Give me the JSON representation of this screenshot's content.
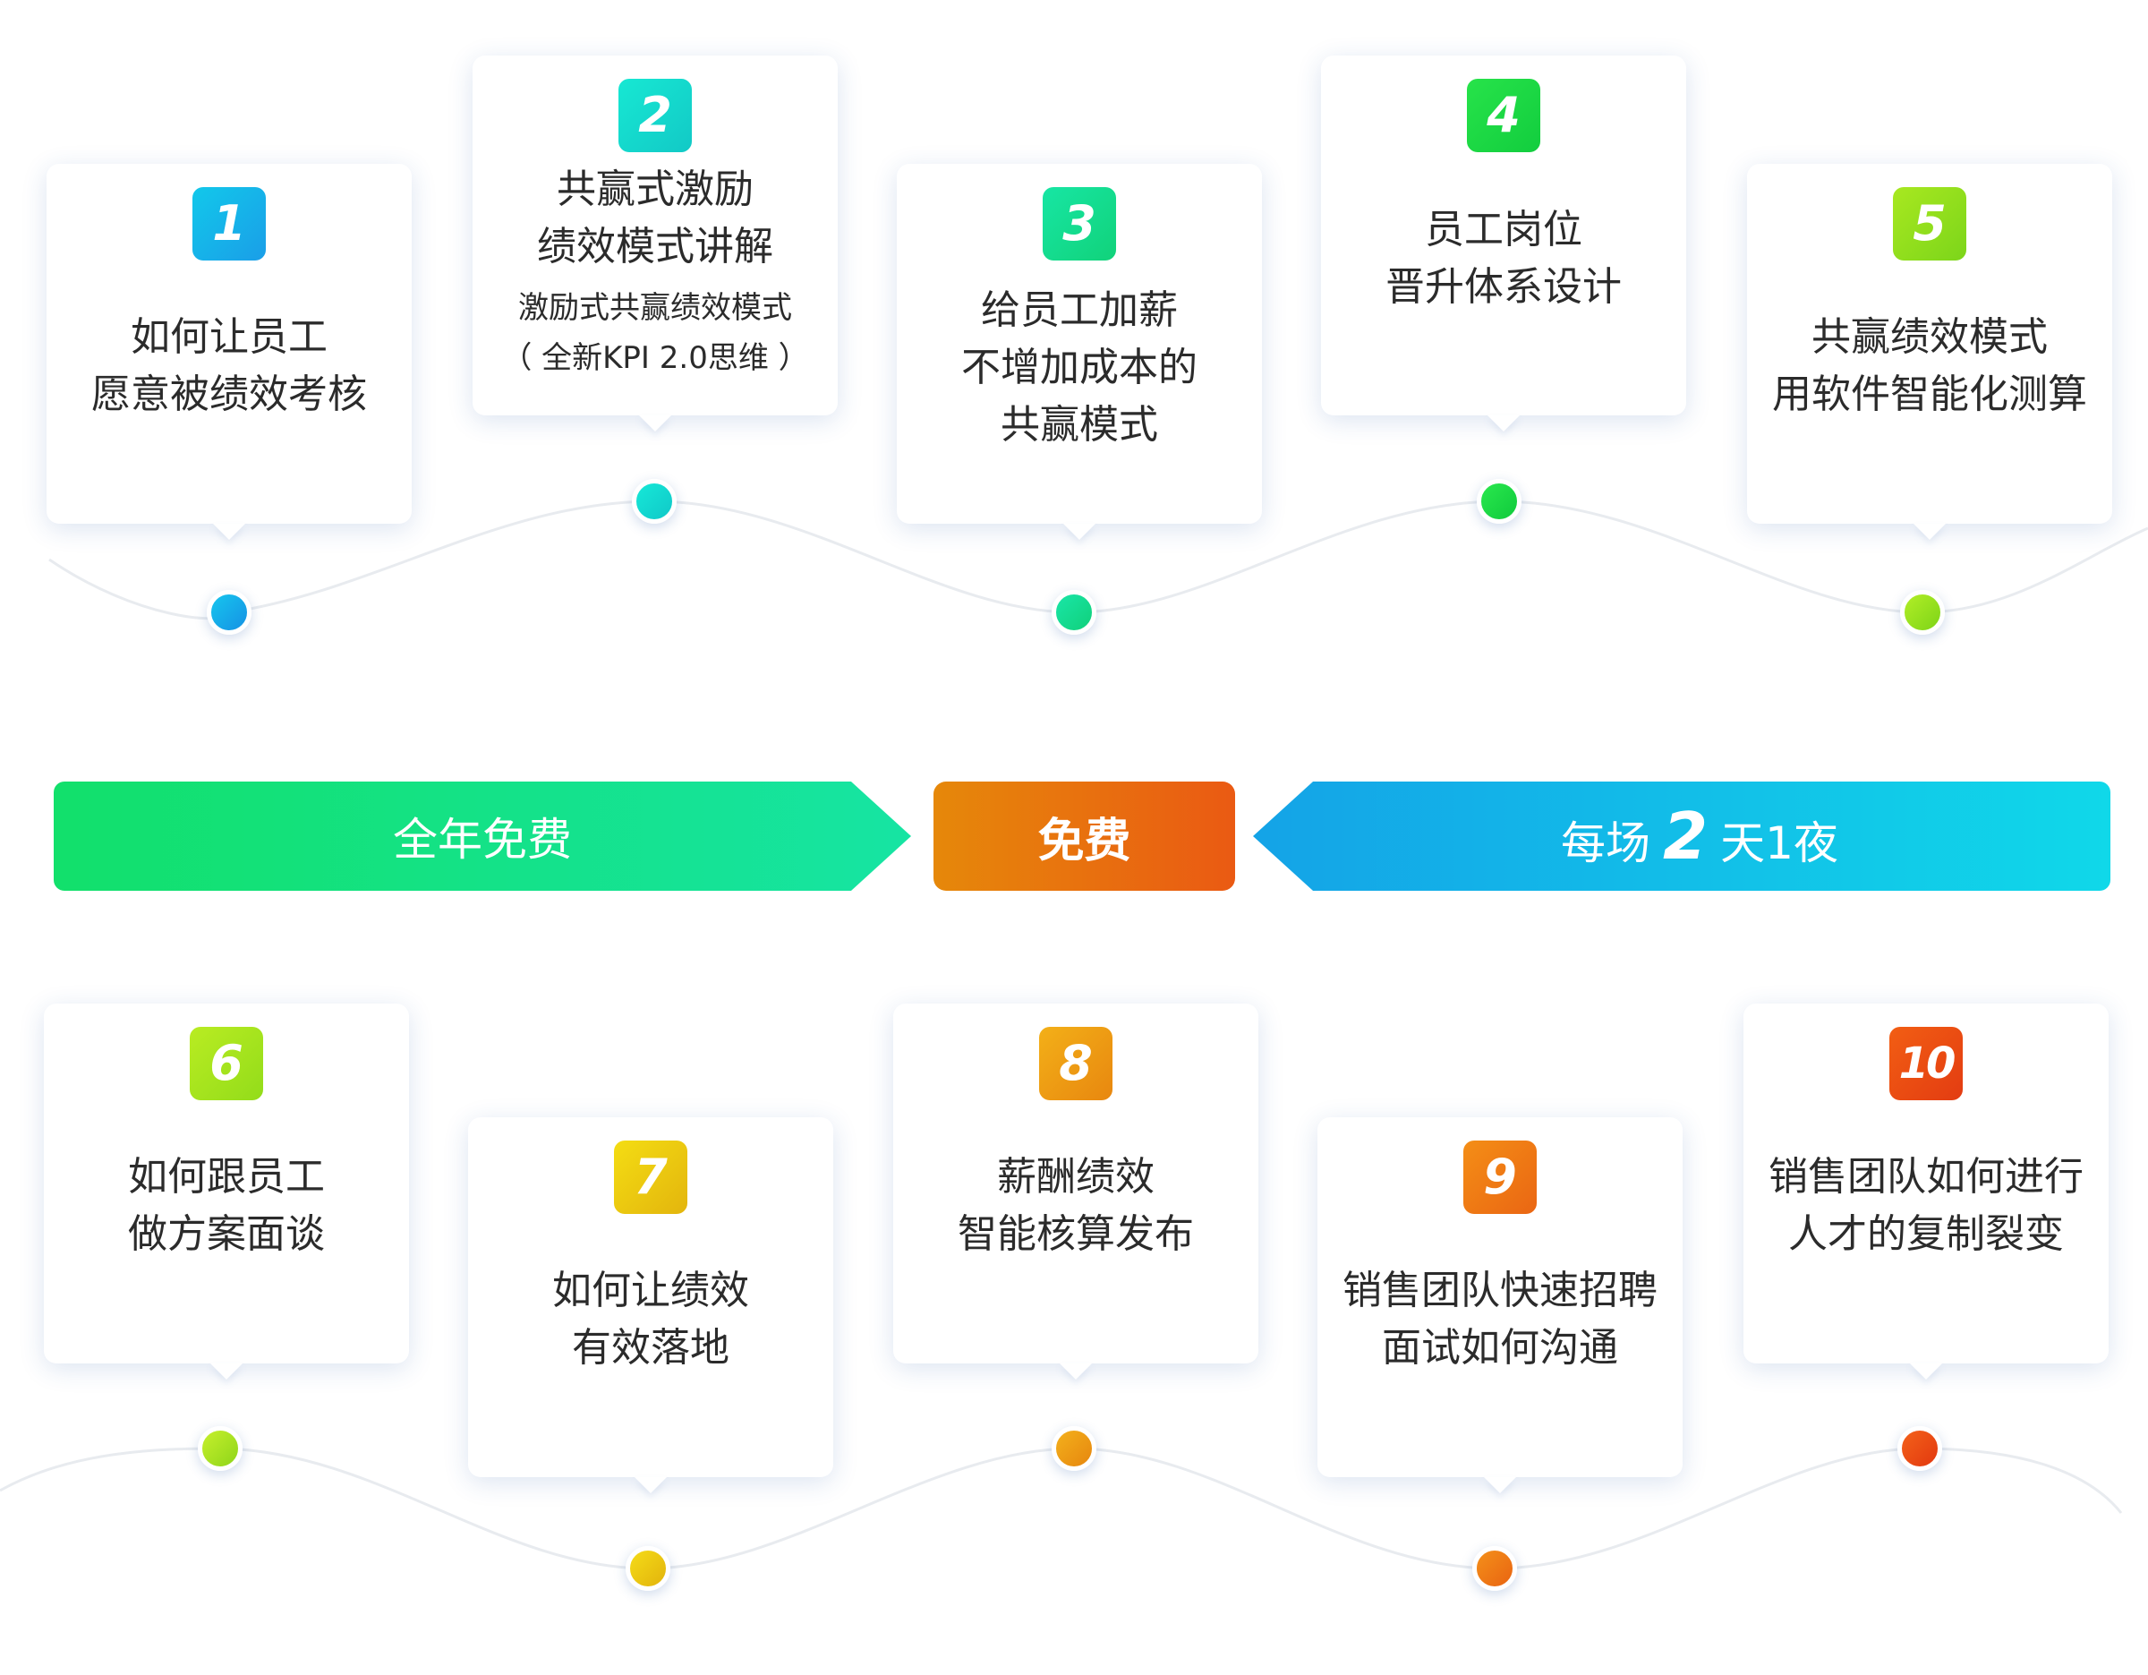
{
  "cards": [
    {
      "number": "1",
      "lines": [
        "如何让员工",
        "愿意被绩效考核"
      ],
      "sub": [],
      "grad": [
        "#12c8ea",
        "#1a9ee8"
      ],
      "dot": [
        "#17c6ee",
        "#1591e4"
      ]
    },
    {
      "number": "2",
      "lines": [
        "共赢式激励",
        "绩效模式讲解"
      ],
      "sub": [
        "激励式共赢绩效模式",
        "（ 全新KPI 2.0思维 ）"
      ],
      "grad": [
        "#17e8d3",
        "#12c9c6"
      ],
      "dot": [
        "#16e9d8",
        "#10c8c8"
      ]
    },
    {
      "number": "3",
      "lines": [
        "给员工加薪",
        "不增加成本的",
        "共赢模式"
      ],
      "sub": [],
      "grad": [
        "#17e6a4",
        "#11d27a"
      ],
      "dot": [
        "#1ae6a8",
        "#10d07a"
      ]
    },
    {
      "number": "4",
      "lines": [
        "员工岗位",
        "晋升体系设计"
      ],
      "sub": [],
      "grad": [
        "#27e34a",
        "#12cd3e"
      ],
      "dot": [
        "#2ae84e",
        "#10ca3c"
      ]
    },
    {
      "number": "5",
      "lines": [
        "共赢绩效模式",
        "用软件智能化测算"
      ],
      "sub": [],
      "grad": [
        "#a8e820",
        "#7cd51a"
      ],
      "dot": [
        "#b2ee27",
        "#7dd417"
      ]
    },
    {
      "number": "6",
      "lines": [
        "如何跟员工",
        "做方案面谈"
      ],
      "sub": [],
      "grad": [
        "#b9ec22",
        "#93dc1a"
      ],
      "dot": [
        "#c7f02c",
        "#8ed51a"
      ]
    },
    {
      "number": "7",
      "lines": [
        "如何让绩效",
        "有效落地"
      ],
      "sub": [],
      "grad": [
        "#f4dd13",
        "#e3b50d"
      ],
      "dot": [
        "#f5dc18",
        "#e2b30c"
      ]
    },
    {
      "number": "8",
      "lines": [
        "薪酬绩效",
        "智能核算发布"
      ],
      "sub": [],
      "grad": [
        "#f3b018",
        "#e8870f"
      ],
      "dot": [
        "#f4b11c",
        "#e6860e"
      ]
    },
    {
      "number": "9",
      "lines": [
        "销售团队快速招聘",
        "面试如何沟通"
      ],
      "sub": [],
      "grad": [
        "#f48e16",
        "#ea6613"
      ],
      "dot": [
        "#f4901a",
        "#e96411"
      ]
    },
    {
      "number": "10",
      "lines": [
        "销售团队如何进行",
        "人才的复制裂变"
      ],
      "sub": [],
      "grad": [
        "#f25e13",
        "#e33c12"
      ],
      "dot": [
        "#f4621a",
        "#e2380f"
      ]
    }
  ],
  "banners": {
    "left": "全年免费",
    "middle": "免费",
    "right_prefix": "每场",
    "right_number": "2",
    "right_suffix": "天1夜"
  },
  "colors": {
    "left_banner": [
      "#12e06b",
      "#16e4a3"
    ],
    "middle_banner": [
      "#e6880a",
      "#ea5a13"
    ],
    "right_banner": [
      "#14a3e7",
      "#10d8e9"
    ],
    "wave_line": "#e8ebef"
  }
}
